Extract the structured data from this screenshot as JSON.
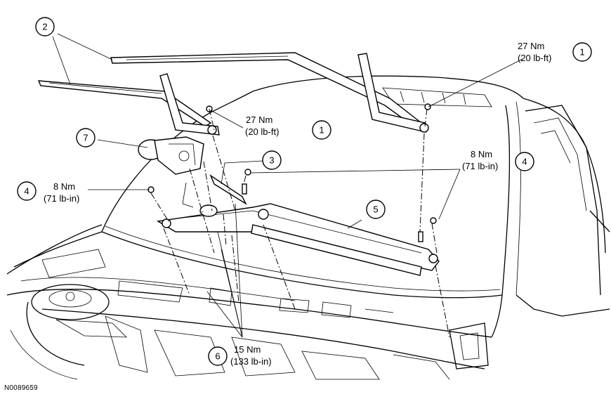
{
  "diagram": {
    "reference_id": "N0089659",
    "callouts": [
      {
        "id": "c2",
        "number": "2",
        "torque": []
      },
      {
        "id": "c1a",
        "number": "1",
        "torque": [
          "27 Nm",
          "(20 lb-ft)"
        ]
      },
      {
        "id": "c1b",
        "number": "1",
        "torque": [
          "27 Nm",
          "(20 lb-ft)"
        ]
      },
      {
        "id": "c7",
        "number": "7",
        "torque": []
      },
      {
        "id": "c3",
        "number": "3",
        "torque": []
      },
      {
        "id": "c4a",
        "number": "4",
        "torque": [
          "8 Nm",
          "(71 lb-in)"
        ]
      },
      {
        "id": "c4b",
        "number": "4",
        "torque": [
          "8 Nm",
          "(71 lb-in)"
        ]
      },
      {
        "id": "c5",
        "number": "5",
        "torque": []
      },
      {
        "id": "c6",
        "number": "6",
        "torque": [
          "15 Nm",
          "(133 lb-in)"
        ]
      }
    ]
  }
}
